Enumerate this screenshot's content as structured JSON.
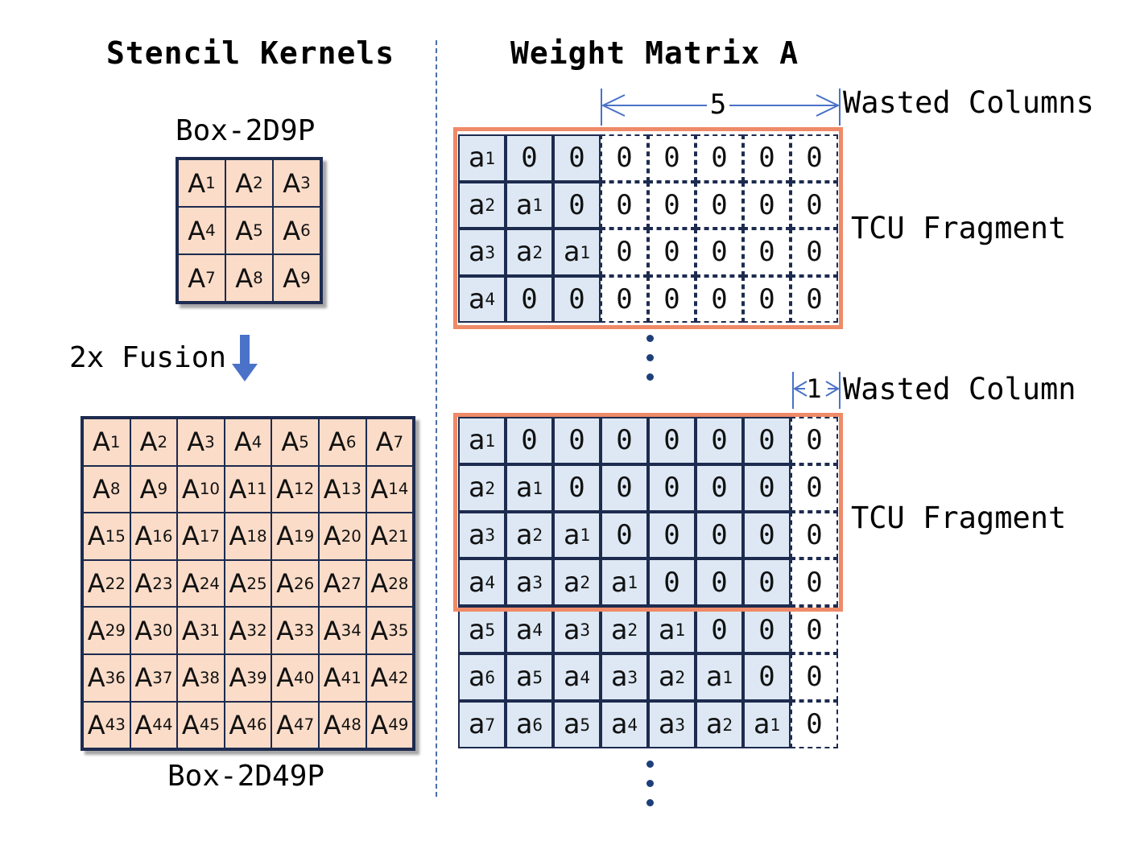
{
  "left": {
    "title": "Stencil Kernels",
    "small_kernel_label": "Box-2D9P",
    "fusion_label": "2x Fusion",
    "large_kernel_label": "Box-2D49P",
    "small_size": 3,
    "large_size": 7,
    "cell_prefix": "A"
  },
  "right": {
    "title": "Weight Matrix A",
    "top": {
      "wasted_count": "5",
      "wasted_label": "Wasted Columns",
      "fragment_label": "TCU Fragment",
      "rows": [
        [
          "a1",
          "0",
          "0",
          "0",
          "0",
          "0",
          "0",
          "0"
        ],
        [
          "a2",
          "a1",
          "0",
          "0",
          "0",
          "0",
          "0",
          "0"
        ],
        [
          "a3",
          "a2",
          "a1",
          "0",
          "0",
          "0",
          "0",
          "0"
        ],
        [
          "a4",
          "0",
          "0",
          "0",
          "0",
          "0",
          "0",
          "0"
        ]
      ],
      "used_cols": 3
    },
    "bottom": {
      "wasted_count": "1",
      "wasted_label": "Wasted Column",
      "fragment_label": "TCU Fragment",
      "rows": [
        [
          "a1",
          "0",
          "0",
          "0",
          "0",
          "0",
          "0",
          "0"
        ],
        [
          "a2",
          "a1",
          "0",
          "0",
          "0",
          "0",
          "0",
          "0"
        ],
        [
          "a3",
          "a2",
          "a1",
          "0",
          "0",
          "0",
          "0",
          "0"
        ],
        [
          "a4",
          "a3",
          "a2",
          "a1",
          "0",
          "0",
          "0",
          "0"
        ],
        [
          "a5",
          "a4",
          "a3",
          "a2",
          "a1",
          "0",
          "0",
          "0"
        ],
        [
          "a6",
          "a5",
          "a4",
          "a3",
          "a2",
          "a1",
          "0",
          "0"
        ],
        [
          "a7",
          "a6",
          "a5",
          "a4",
          "a3",
          "a2",
          "a1",
          "0"
        ]
      ],
      "used_cols": 7
    }
  },
  "colors": {
    "kernel_fill": "#fbdcc8",
    "matrix_fill": "#dde8f4",
    "fragment_border": "#ef8a68",
    "grid_border": "#1d2b4f",
    "arrow": "#4a72c8"
  }
}
